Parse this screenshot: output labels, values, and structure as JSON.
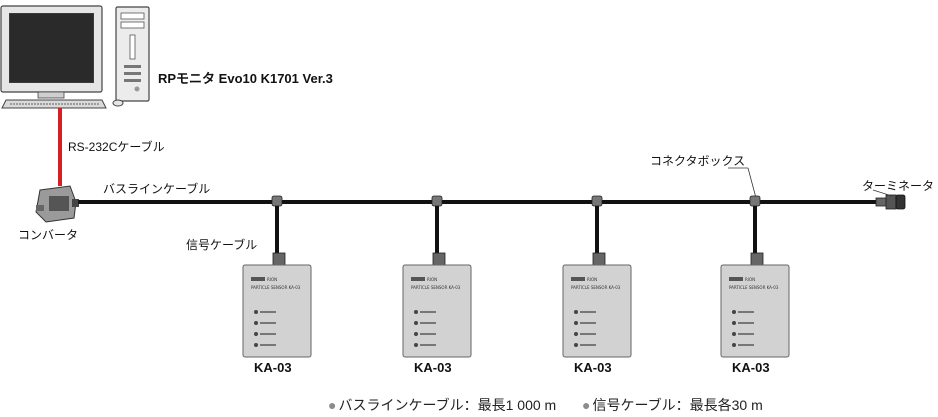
{
  "labels": {
    "monitor_software": "RPモニタ Evo10 K1701 Ver.3",
    "rs232c_cable": "RS-232Cケーブル",
    "bus_line_cable": "バスラインケーブル",
    "connector_box": "コネクタボックス",
    "terminator": "ターミネータ",
    "converter": "コンバータ",
    "signal_cable": "信号ケーブル"
  },
  "sensors": [
    {
      "model": "KA-03",
      "brand": "RION",
      "panel_title": "PARTICLE SENSOR  KA-03"
    },
    {
      "model": "KA-03",
      "brand": "RION",
      "panel_title": "PARTICLE SENSOR  KA-03"
    },
    {
      "model": "KA-03",
      "brand": "RION",
      "panel_title": "PARTICLE SENSOR  KA-03"
    },
    {
      "model": "KA-03",
      "brand": "RION",
      "panel_title": "PARTICLE SENSOR  KA-03"
    }
  ],
  "notes": [
    {
      "bullet": "●",
      "text": "バスラインケーブル：最長1 000 m"
    },
    {
      "bullet": "●",
      "text": "信号ケーブル：最長各30 m"
    }
  ],
  "colors": {
    "rs232c_cable": "#d41f26",
    "bus_cable": "#111111",
    "device_body": "#cfcfcf"
  }
}
